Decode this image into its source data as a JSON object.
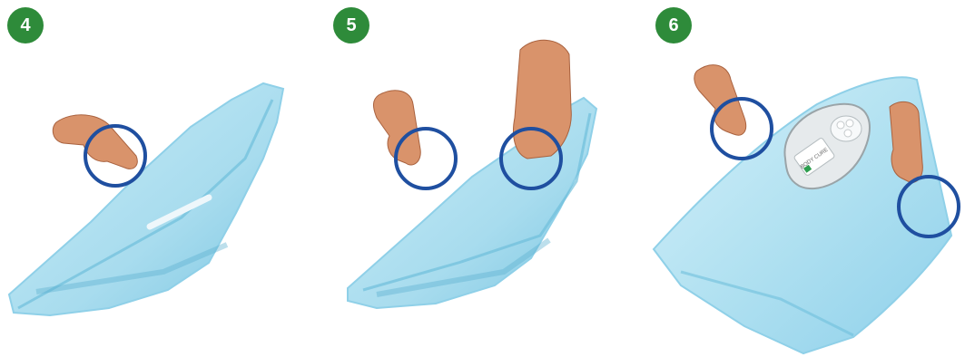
{
  "steps": [
    {
      "number": "4"
    },
    {
      "number": "5"
    },
    {
      "number": "6"
    }
  ],
  "tray_label": "BODY CURE",
  "colors": {
    "badge": "#2e8b3a",
    "drape": "#a8dcee",
    "drape_dark": "#6fbfdc",
    "circle": "#1f4fa0",
    "skin": "#d9936b"
  }
}
